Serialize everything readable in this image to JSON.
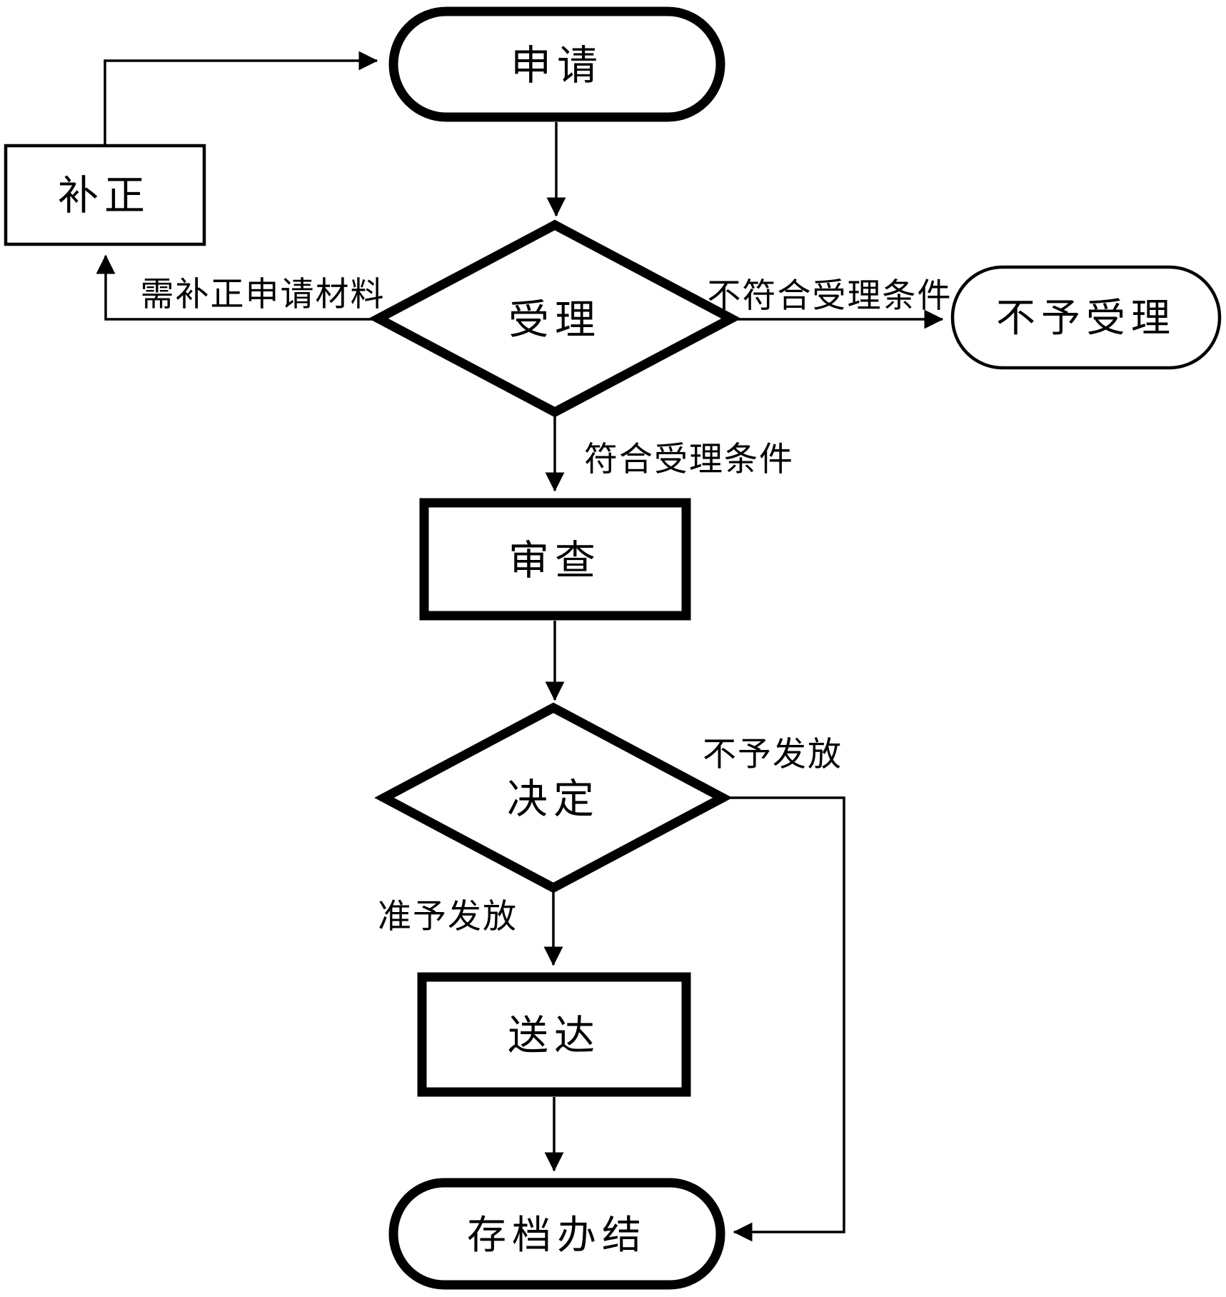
{
  "flowchart": {
    "background": "#ffffff",
    "line_color": "#000000",
    "nodes": {
      "apply": {
        "label": "申请",
        "shape": "terminator"
      },
      "supplement": {
        "label": "补正",
        "shape": "process"
      },
      "accept": {
        "label": "受理",
        "shape": "decision"
      },
      "reject": {
        "label": "不予受理",
        "shape": "terminator"
      },
      "review": {
        "label": "审查",
        "shape": "process"
      },
      "decide": {
        "label": "决定",
        "shape": "decision"
      },
      "deliver": {
        "label": "送达",
        "shape": "process"
      },
      "archive": {
        "label": "存档办结",
        "shape": "terminator"
      }
    },
    "edges": {
      "supplement_to_apply": {
        "from": "补正",
        "to": "申请",
        "label": ""
      },
      "apply_to_accept": {
        "from": "申请",
        "to": "受理",
        "label": ""
      },
      "accept_to_supplement": {
        "from": "受理",
        "to": "补正",
        "label": "需补正申请材料"
      },
      "accept_to_reject": {
        "from": "受理",
        "to": "不予受理",
        "label": "不符合受理条件"
      },
      "accept_to_review": {
        "from": "受理",
        "to": "审查",
        "label": "符合受理条件"
      },
      "review_to_decide": {
        "from": "审查",
        "to": "决定",
        "label": ""
      },
      "decide_to_deliver": {
        "from": "决定",
        "to": "送达",
        "label": "准予发放"
      },
      "decide_to_archive": {
        "from": "决定",
        "to": "存档办结",
        "label": "不予发放"
      },
      "deliver_to_archive": {
        "from": "送达",
        "to": "存档办结",
        "label": ""
      }
    }
  }
}
